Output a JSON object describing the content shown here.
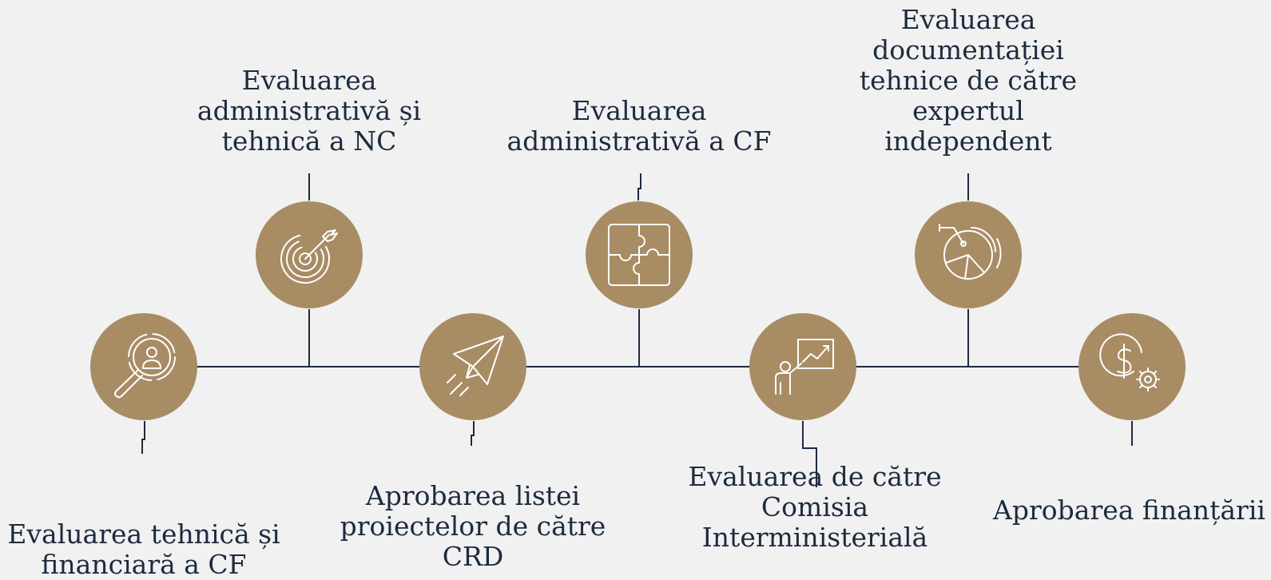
{
  "colors": {
    "background": "#f1f1f1",
    "circle": "#a88c64",
    "line": "#1d2b40",
    "text": "#1d2b40",
    "icon": "#ffffff"
  },
  "steps": [
    {
      "label": "Evaluarea tehnică și\nfinanciară a CF",
      "icon": "search-user-icon"
    },
    {
      "label": "Evaluarea\nadministrativă și\ntehnică a NC",
      "icon": "target-icon"
    },
    {
      "label": "Aprobarea listei\nproiectelor de către\nCRD",
      "icon": "paper-plane-icon"
    },
    {
      "label": "Evaluarea\nadministrativă a CF",
      "icon": "puzzle-icon"
    },
    {
      "label": "Evaluarea de către\nComisia\nInterministerială",
      "icon": "presenter-chart-icon"
    },
    {
      "label": "Evaluarea\ndocumentației\ntehnice de către\nexpertul\nindependent",
      "icon": "radar-chart-icon"
    },
    {
      "label": "Aprobarea finanțării",
      "icon": "money-gear-icon"
    }
  ]
}
